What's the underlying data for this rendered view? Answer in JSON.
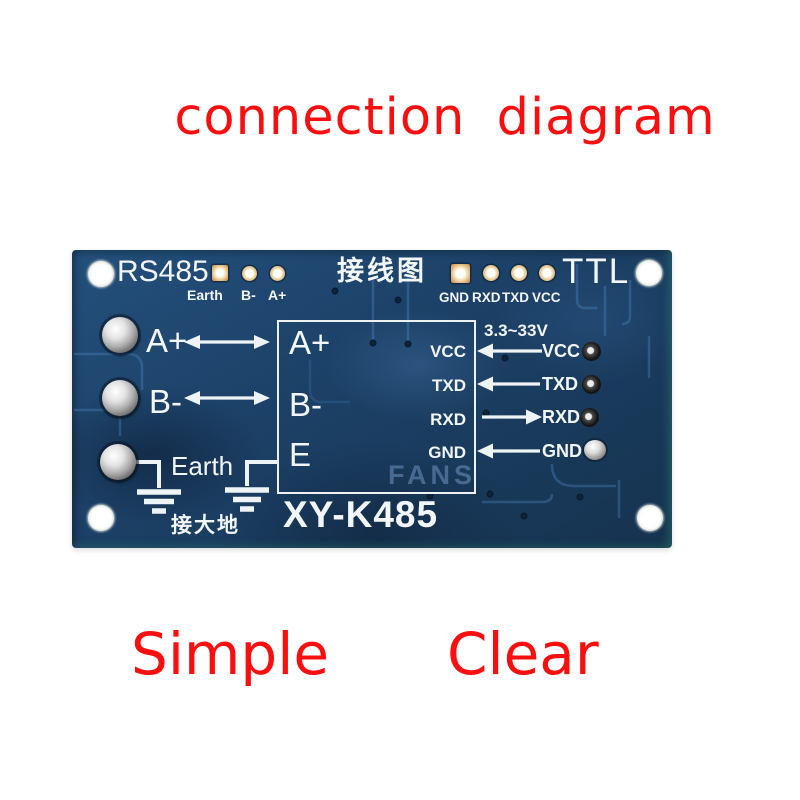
{
  "title": "connection diagram",
  "captions": {
    "left": "Simple",
    "right": "Clear"
  },
  "colors": {
    "accent_red": "#f90f0f",
    "board_blue": "#1c4066",
    "silk_white": "#f2f6f8",
    "pad_gold": "#c07f3f"
  },
  "board": {
    "header": {
      "left": "RS485",
      "center": "接线图",
      "right": "TTL"
    },
    "top_left_pads": {
      "labels": [
        "Earth",
        "B-",
        "A+"
      ]
    },
    "top_right_pads": {
      "labels": [
        "GND",
        "RXD",
        "TXD",
        "VCC"
      ]
    },
    "rs485_side": {
      "pin_a": "A+",
      "pin_b": "B-",
      "earth": "Earth",
      "earth_note": "接大地"
    },
    "chip": {
      "left_pins": [
        "A+",
        "B-",
        "E"
      ],
      "right_pins": [
        "VCC",
        "TXD",
        "RXD",
        "GND"
      ],
      "model": "XY-K485"
    },
    "ttl_side": {
      "voltage": "3.3~33V",
      "pins": [
        "VCC",
        "TXD",
        "RXD",
        "GND"
      ]
    },
    "watermark": "FANS"
  }
}
